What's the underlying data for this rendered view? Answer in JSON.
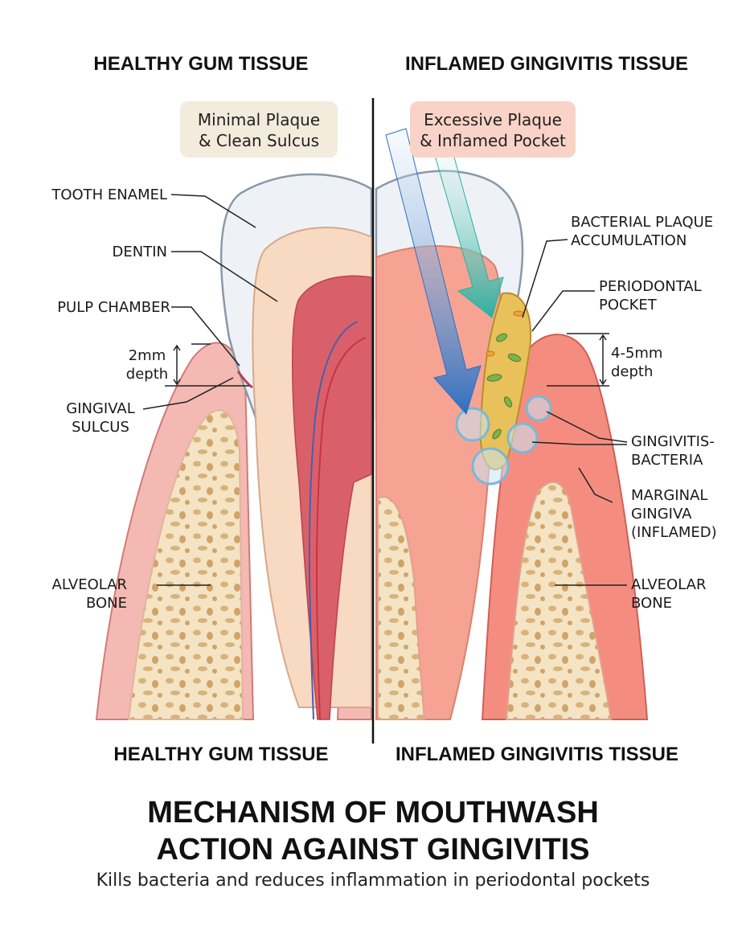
{
  "headers": {
    "left_top": "HEALTHY GUM TISSUE",
    "right_top": "INFLAMED GINGIVITIS TISSUE",
    "left_bottom": "HEALTHY GUM TISSUE",
    "right_bottom": "INFLAMED GINGIVITIS TISSUE"
  },
  "pills": {
    "left": "Minimal Plaque\n& Clean Sulcus",
    "right": "Excessive Plaque\n& Inflamed Pocket"
  },
  "labels_left": {
    "tooth_enamel": "TOOTH ENAMEL",
    "dentin": "DENTIN",
    "pulp_chamber": "PULP CHAMBER",
    "depth": "2mm\ndepth",
    "gingival_sulcus": "GINGIVAL\nSULCUS",
    "alveolar_bone": "ALVEOLAR\nBONE"
  },
  "labels_right": {
    "bacterial_plaque": "BACTERIAL PLAQUE\nACCUMULATION",
    "periodontal_pocket": "PERIODONTAL\nPOCKET",
    "depth": "4-5mm\ndepth",
    "gingivitis_bacteria": "GINGIVITIS-\nBACTERIA",
    "marginal_gingiva": "MARGINAL\nGINGIVA\n(INFLAMED)",
    "alveolar_bone": "ALVEOLAR\nBONE"
  },
  "title": "MECHANISM OF MOUTHWASH\nACTION AGAINST GINGIVITIS",
  "subtitle": "Kills bacteria and reduces inflammation in periodontal pockets",
  "colors": {
    "enamel": "#eef2f6",
    "dentin": "#f8d9c2",
    "pulp": "#d9606a",
    "gum_healthy": "#f4b9b3",
    "gum_inflamed": "#f48d80",
    "bone": "#f4e4c3",
    "plaque": "#e8c15a",
    "arrow_blue": "#2f6fbf",
    "arrow_teal": "#2bb0a0",
    "pill_left": "#f3ebdc",
    "pill_right": "#f9d3c8"
  }
}
